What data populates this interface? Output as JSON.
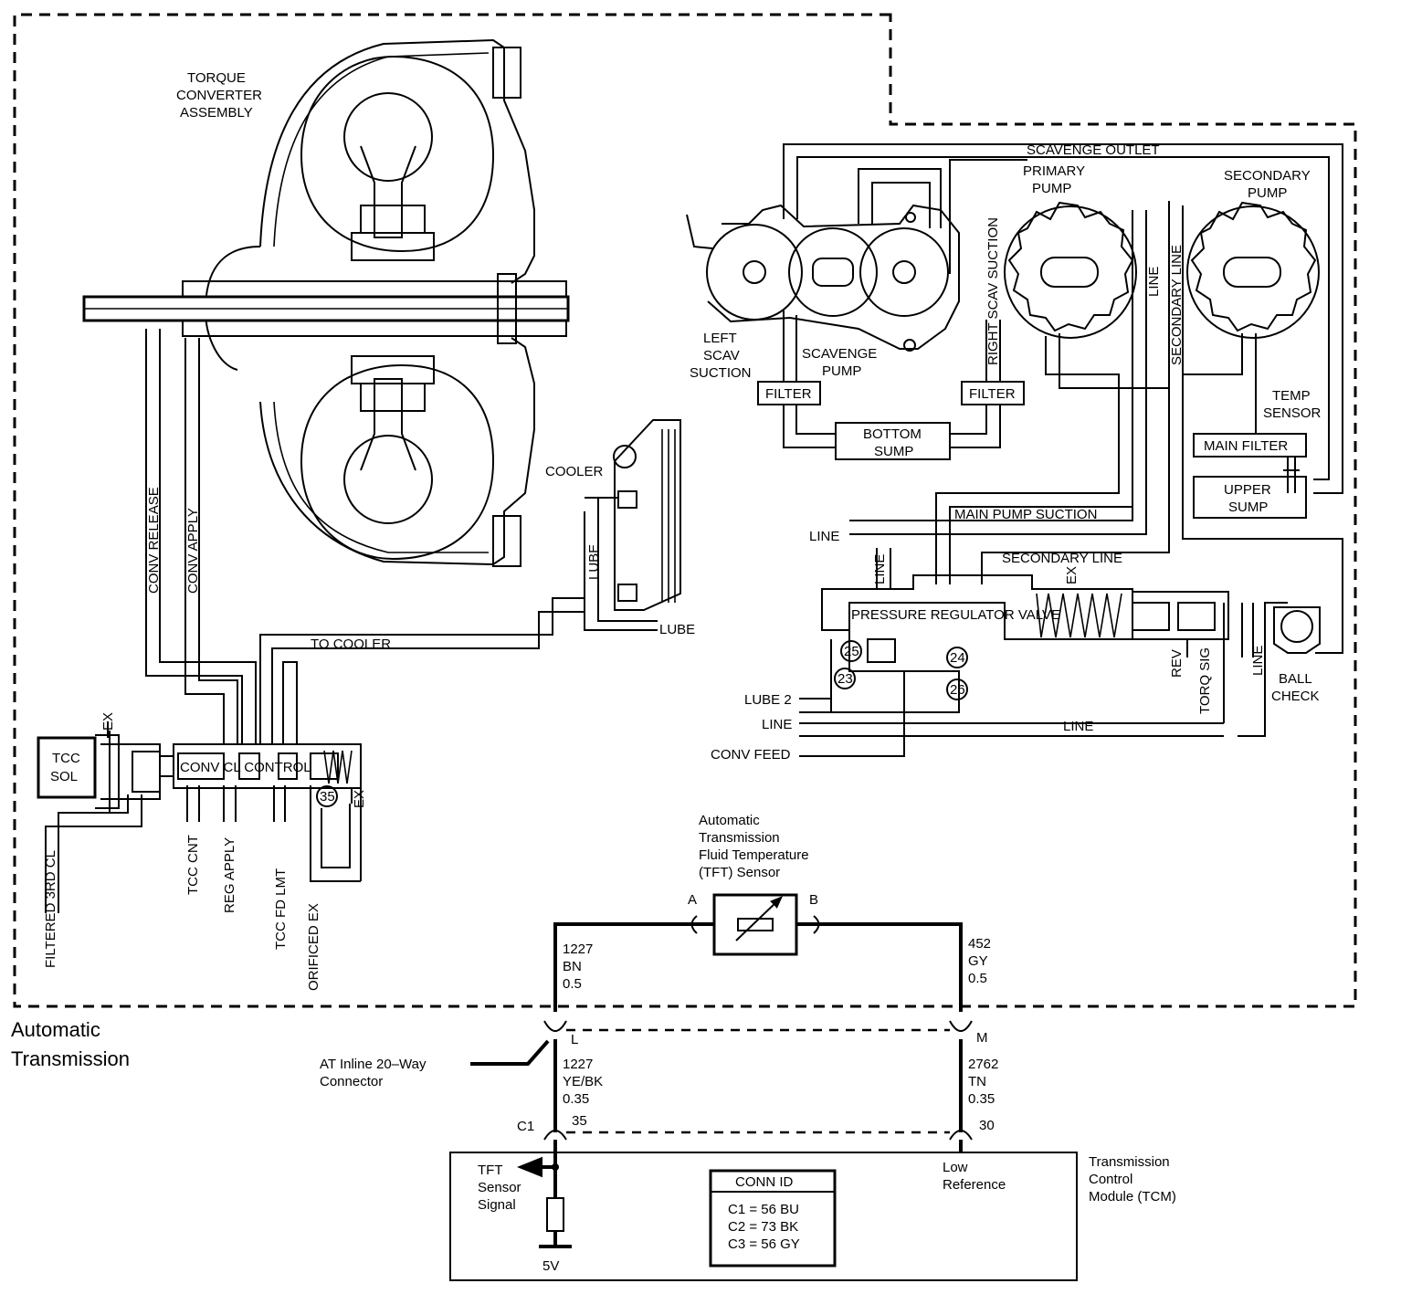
{
  "section_label": [
    "Automatic",
    "Transmission"
  ],
  "torque_converter": [
    "TORQUE",
    "CONVERTER",
    "ASSEMBLY"
  ],
  "cooler": "COOLER",
  "lube": "LUBE",
  "to_cooler": "TO COOLER",
  "conv_release": "CONV RELEASE",
  "conv_apply": "CONV APPLY",
  "tcc_sol": [
    "TCC",
    "SOL"
  ],
  "ex": "EX",
  "conv_cl_control": "CONV CL CONTROL",
  "valve_35": "35",
  "bottom_labels": [
    "FILTERED 3RD CL",
    "TCC CNT",
    "REG APPLY",
    "TCC FD LMT",
    "ORIFICED EX"
  ],
  "scavenge_outlet": "SCAVENGE OUTLET",
  "primary_pump": [
    "PRIMARY",
    "PUMP"
  ],
  "secondary_pump": [
    "SECONDARY",
    "PUMP"
  ],
  "left_scav_suction": [
    "LEFT",
    "SCAV",
    "SUCTION"
  ],
  "scavenge_pump": [
    "SCAVENGE",
    "PUMP"
  ],
  "right_scav_suction": "RIGHT SCAV SUCTION",
  "filter": "FILTER",
  "bottom_sump": [
    "BOTTOM",
    "SUMP"
  ],
  "line": "LINE",
  "secondary_line": "SECONDARY LINE",
  "temp_sensor": [
    "TEMP",
    "SENSOR"
  ],
  "main_filter": "MAIN FILTER",
  "upper_sump": [
    "UPPER",
    "SUMP"
  ],
  "main_pump_suction": "MAIN PUMP SUCTION",
  "pressure_regulator_valve": "PRESSURE REGULATOR VALVE",
  "orifices": [
    "25",
    "24",
    "23",
    "26"
  ],
  "lube_2": "LUBE 2",
  "conv_feed": "CONV FEED",
  "rev": "REV",
  "torq_sig": "TORQ SIG",
  "ball_check": [
    "BALL",
    "CHECK"
  ],
  "tft_sensor": [
    "Automatic",
    "Transmission",
    "Fluid Temperature",
    "(TFT) Sensor"
  ],
  "pin_a": "A",
  "pin_b": "B",
  "wire_left_top": [
    "1227",
    "BN",
    "0.5"
  ],
  "wire_right_top": [
    "452",
    "GY",
    "0.5"
  ],
  "pin_l": "L",
  "pin_m": "M",
  "inline_connector": [
    "AT Inline 20–Way",
    "Connector"
  ],
  "wire_left_bottom": [
    "1227",
    "YE/BK",
    "0.35"
  ],
  "wire_right_bottom": [
    "2762",
    "TN",
    "0.35"
  ],
  "c1": "C1",
  "pin_35": "35",
  "pin_30": "30",
  "tcm": [
    "Transmission",
    "Control",
    "Module (TCM)"
  ],
  "tft_signal": [
    "TFT",
    "Sensor",
    "Signal"
  ],
  "low_reference": [
    "Low",
    "Reference"
  ],
  "voltage": "5V",
  "conn_id": {
    "title": "CONN ID",
    "rows": [
      "C1 = 56 BU",
      "C2 = 73 BK",
      "C3 = 56 GY"
    ]
  }
}
